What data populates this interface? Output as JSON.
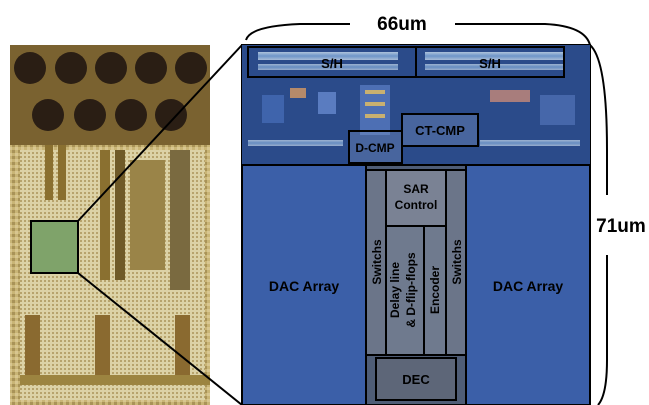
{
  "dimensions": {
    "width_label": "66um",
    "height_label": "71um"
  },
  "blocks": {
    "sh_left": "S/H",
    "sh_right": "S/H",
    "ct_cmp": "CT-CMP",
    "d_cmp": "D-CMP",
    "sar_control_line1": "SAR",
    "sar_control_line2": "Control",
    "dac_left": "DAC Array",
    "dac_right": "DAC Array",
    "switches_left": "Switchs",
    "switches_right": "Switchs",
    "delay_line1": "Delay line",
    "delay_line2": "& D-flip-flops",
    "encoder": "Encoder",
    "dec": "DEC"
  },
  "colors": {
    "die_blue": "#2f4f8c",
    "dac_blue": "#3a5fa6",
    "core_gray": "#5a667a",
    "outline": "#0a0a0a",
    "chip_gold": "#b8a060",
    "pad_dark": "#2a1e14"
  }
}
